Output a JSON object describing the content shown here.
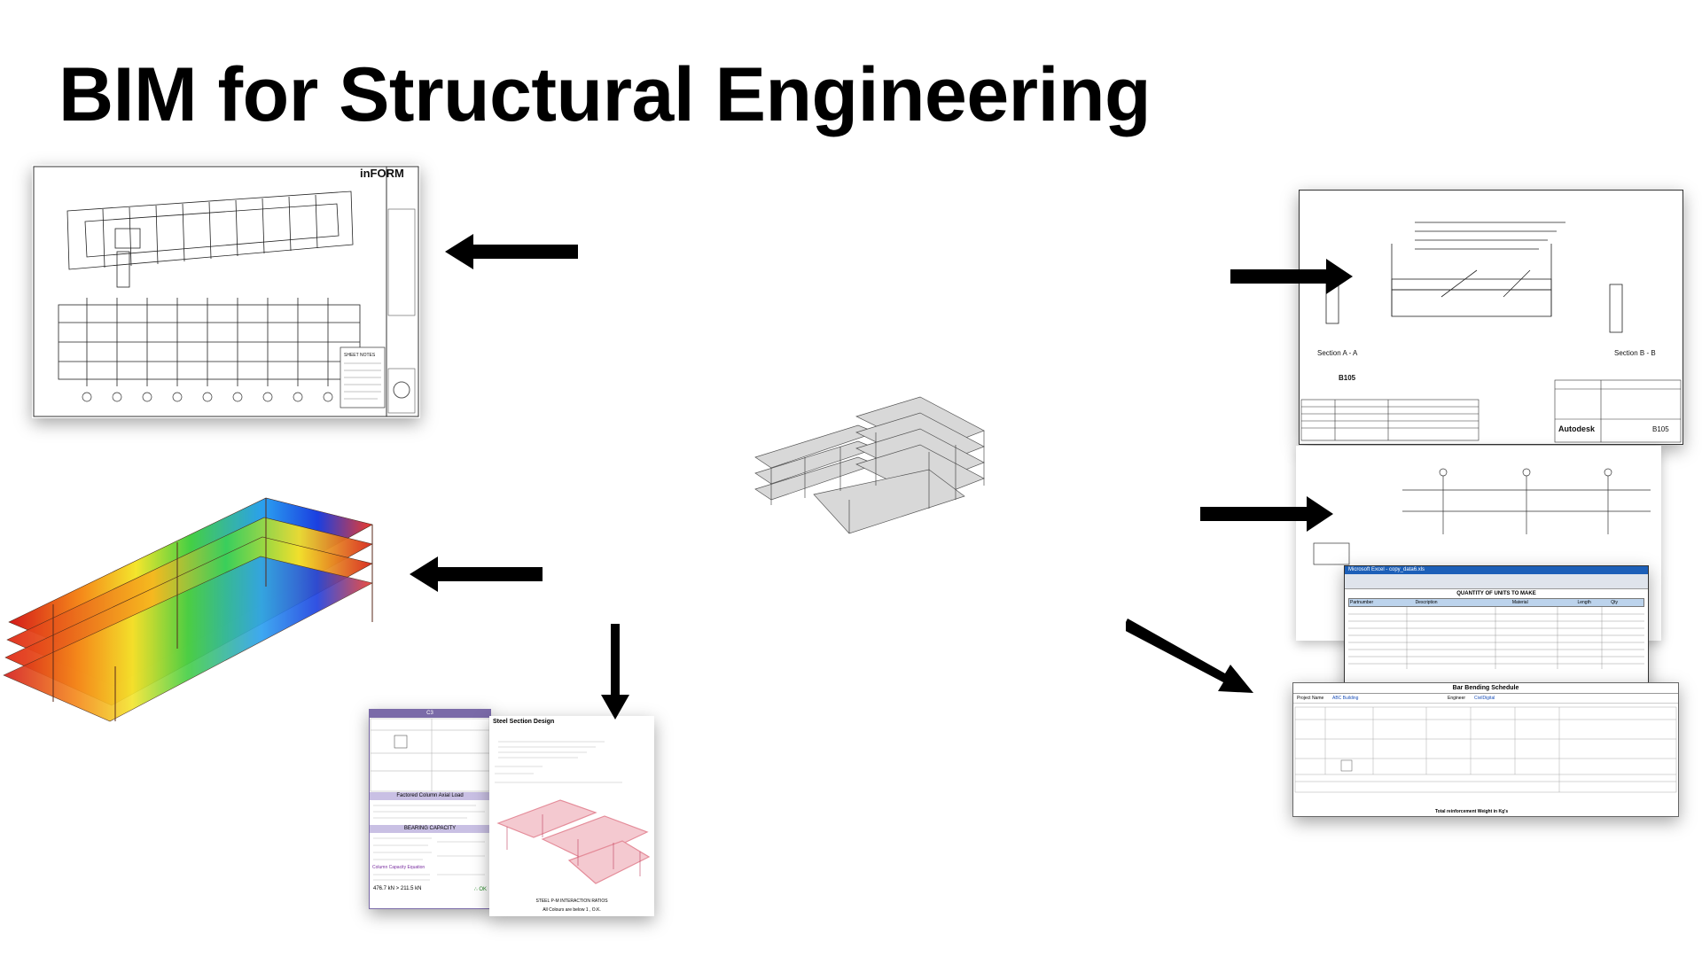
{
  "slide": {
    "title": "BIM for Structural Engineering"
  },
  "drawing_sheet": {
    "brand": "inFORM",
    "notes_heading": "SHEET NOTES"
  },
  "calc_sheet": {
    "header": "C3",
    "axial_load_heading": "Factored Column Axial Load",
    "bearing_heading": "BEARING CAPACITY",
    "capacity_heading": "Column Capacity Equation",
    "result": "476.7 kN > 211.5 kN",
    "status": "∴ OK"
  },
  "steel_sheet": {
    "heading": "Steel Section Design",
    "footer_label": "STEEL P-M INTERACTION RATIOS",
    "footer_note": "All Colours are below 1 , O.K."
  },
  "shop_drawing": {
    "section_a": "Section A - A",
    "section_b": "Section B - B",
    "mark": "B105",
    "brand": "Autodesk",
    "sheet_no": "B105"
  },
  "excel_window": {
    "title": "Microsoft Excel - copy_data6.xls",
    "sheet_heading": "QUANTITY OF UNITS TO MAKE",
    "columns": [
      "Partnumber",
      "Description",
      "Material",
      "Length",
      "Qty"
    ]
  },
  "bbs_sheet": {
    "title": "Bar Bending Schedule",
    "project_label": "Project Name",
    "project_value": "ABC Building",
    "engineer_label": "Engineer",
    "engineer_value": "CivilDigital",
    "total_label": "Total reinforcement Weight in Kg's"
  }
}
